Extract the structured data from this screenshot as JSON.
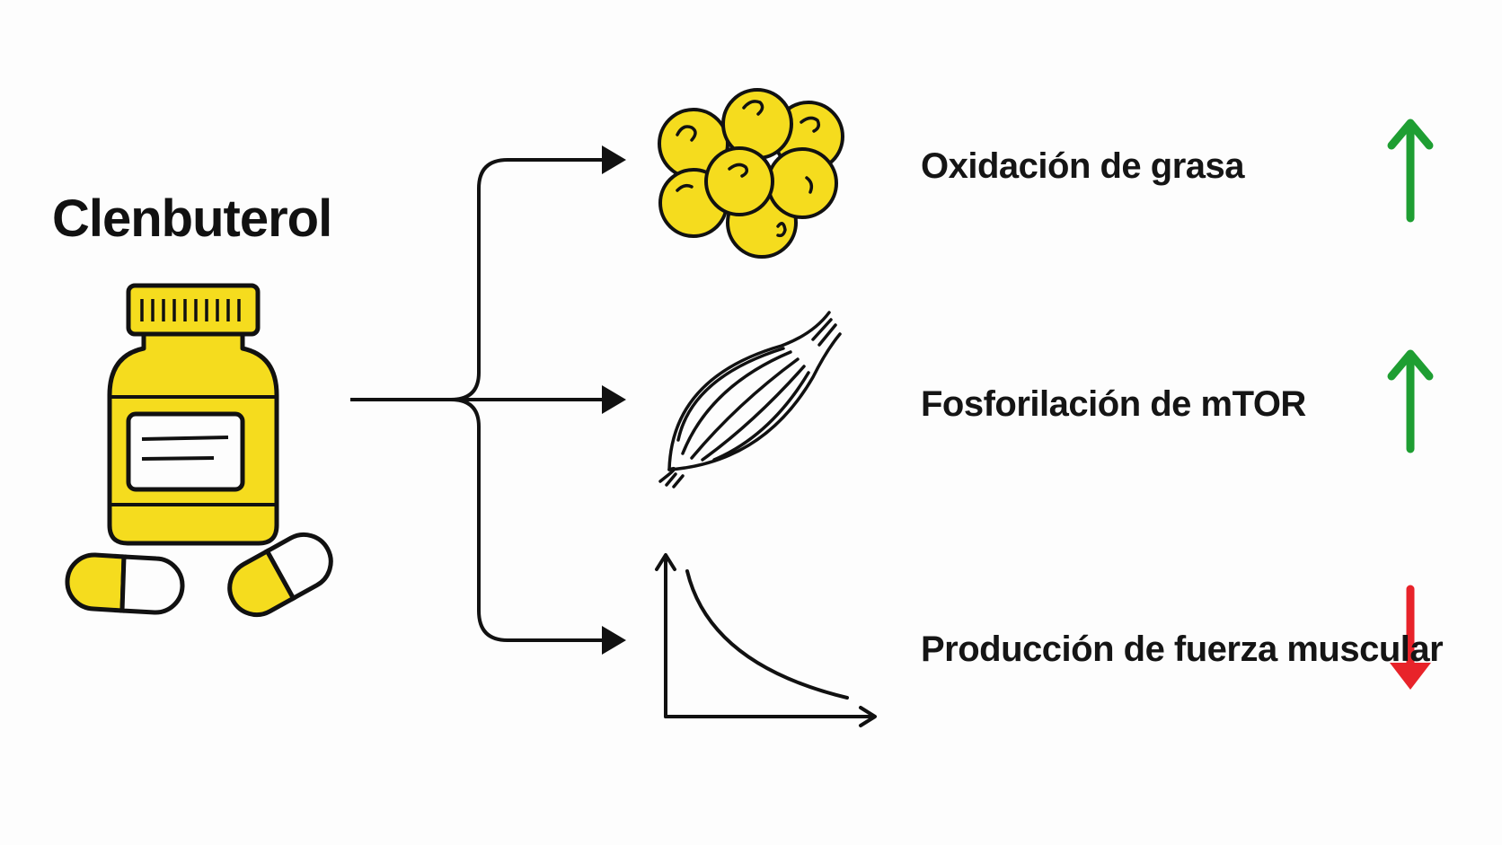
{
  "drug": {
    "name": "Clenbuterol"
  },
  "effects": [
    {
      "label": "Oxidación de grasa",
      "direction": "up",
      "icon": "fat-cells-icon"
    },
    {
      "label": "Fosforilación de mTOR",
      "direction": "up",
      "icon": "muscle-icon"
    },
    {
      "label": "Producción de fuerza muscular",
      "direction": "down",
      "icon": "decay-curve-icon"
    }
  ],
  "colors": {
    "yellow": "#F5DC1E",
    "stroke": "#111111",
    "up": "#1E9E32",
    "down": "#E8232A"
  }
}
